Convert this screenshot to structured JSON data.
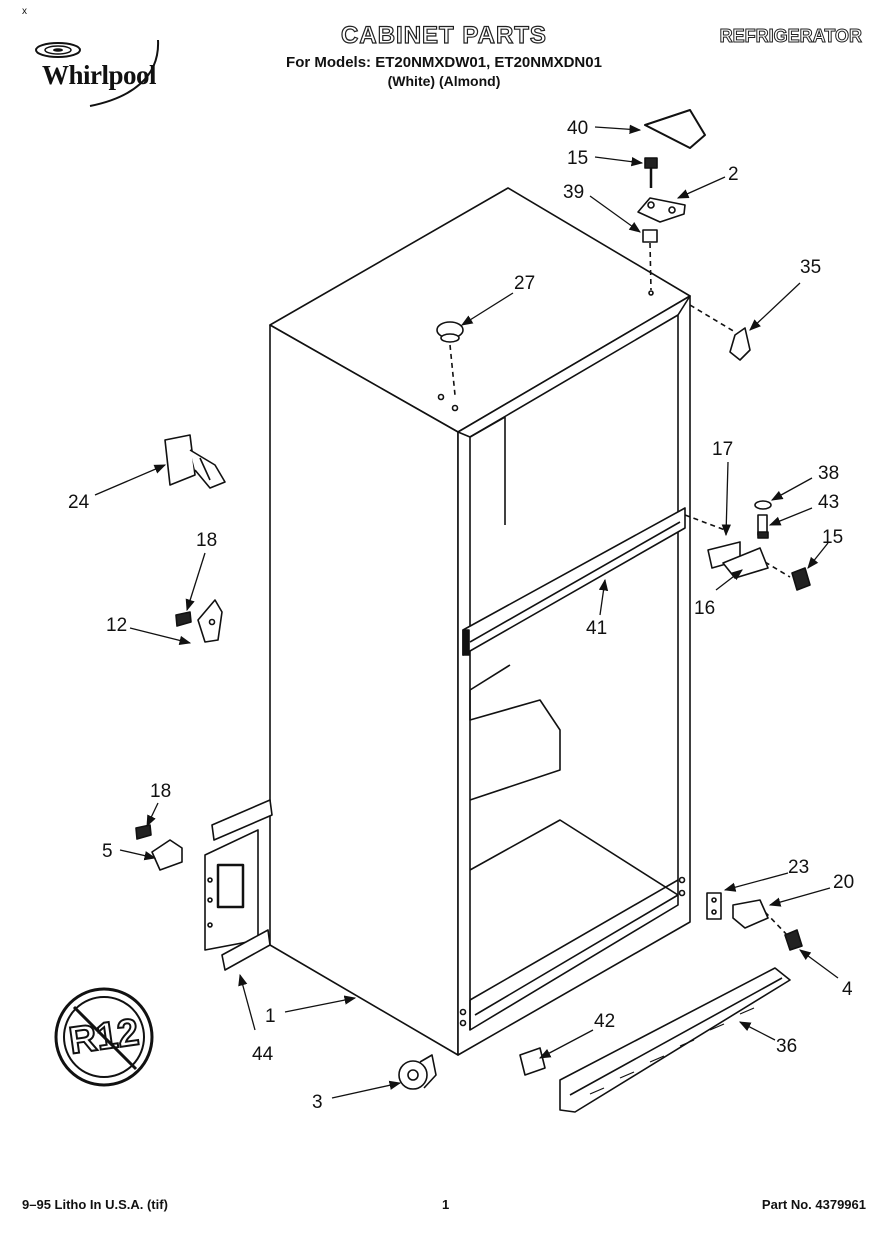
{
  "header": {
    "brand": "Whirlpool",
    "title": "CABINET PARTS",
    "models_line": "For Models: ET20NMXDW01, ET20NMXDN01",
    "variants_line": "(White)        (Almond)",
    "category": "REFRIGERATOR",
    "corner_mark": "x"
  },
  "seal": {
    "text": "R12"
  },
  "callouts": [
    {
      "id": "c40",
      "label": "40"
    },
    {
      "id": "c15a",
      "label": "15"
    },
    {
      "id": "c2",
      "label": "2"
    },
    {
      "id": "c39",
      "label": "39"
    },
    {
      "id": "c35",
      "label": "35"
    },
    {
      "id": "c27",
      "label": "27"
    },
    {
      "id": "c24",
      "label": "24"
    },
    {
      "id": "c17",
      "label": "17"
    },
    {
      "id": "c38",
      "label": "38"
    },
    {
      "id": "c43",
      "label": "43"
    },
    {
      "id": "c15b",
      "label": "15"
    },
    {
      "id": "c16",
      "label": "16"
    },
    {
      "id": "c18a",
      "label": "18"
    },
    {
      "id": "c12",
      "label": "12"
    },
    {
      "id": "c41",
      "label": "41"
    },
    {
      "id": "c18b",
      "label": "18"
    },
    {
      "id": "c5",
      "label": "5"
    },
    {
      "id": "c23",
      "label": "23"
    },
    {
      "id": "c20",
      "label": "20"
    },
    {
      "id": "c4",
      "label": "4"
    },
    {
      "id": "c1",
      "label": "1"
    },
    {
      "id": "c44",
      "label": "44"
    },
    {
      "id": "c42",
      "label": "42"
    },
    {
      "id": "c36",
      "label": "36"
    },
    {
      "id": "c3",
      "label": "3"
    }
  ],
  "footer": {
    "left": "9–95 Litho In U.S.A. (tif)",
    "center": "1",
    "right": "Part No. 4379961"
  }
}
